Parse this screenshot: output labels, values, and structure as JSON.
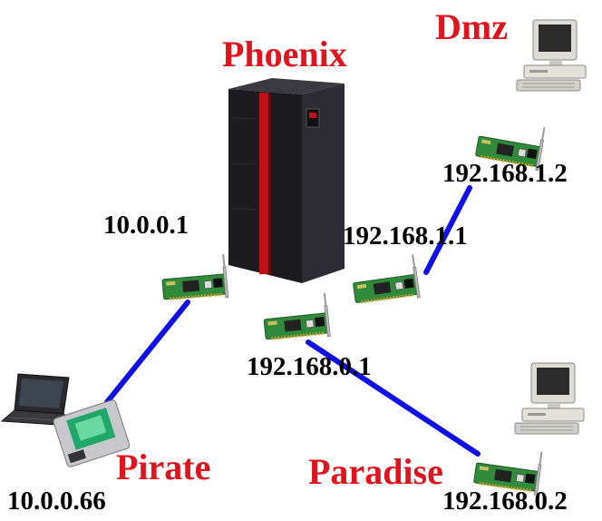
{
  "hosts": {
    "phoenix": {
      "name": "Phoenix"
    },
    "dmz": {
      "name": "Dmz",
      "ip": "192.168.1.2"
    },
    "pirate": {
      "name": "Pirate",
      "ip": "10.0.0.66"
    },
    "paradise": {
      "name": "Paradise",
      "ip": "192.168.0.2"
    }
  },
  "phoenix_interfaces": {
    "to_pirate": "10.0.0.1",
    "to_dmz": "192.168.1.1",
    "to_paradise": "192.168.0.1"
  },
  "colors": {
    "host_label": "#e0141e",
    "link": "#1010e6",
    "nic_board": "#2f8a3a",
    "server_body": "#1c1c20",
    "server_accent": "#c0101a"
  },
  "icons": [
    "server-tower-icon",
    "desktop-computer-icon",
    "laptop-icon",
    "pcmcia-card-icon",
    "network-card-icon"
  ]
}
